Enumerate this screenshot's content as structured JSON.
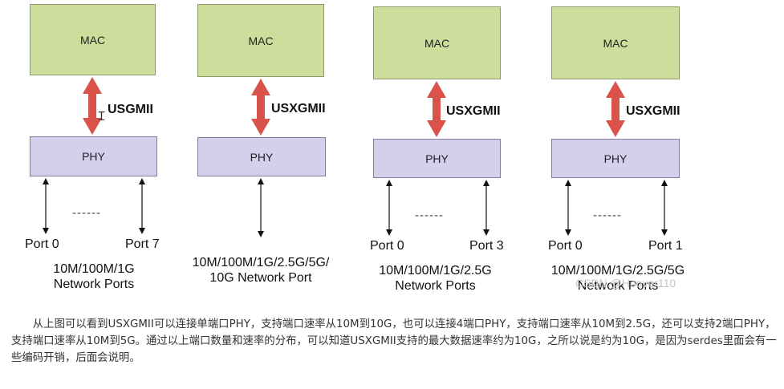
{
  "figure": {
    "mac_label": "MAC",
    "phy_label": "PHY",
    "configs": [
      {
        "bus": "USGMII",
        "port_left": "Port 0",
        "port_right": "Port 7",
        "caption_line1": "10M/100M/1G",
        "caption_line2": "Network Ports"
      },
      {
        "bus": "USXGMII",
        "caption_line1": "10M/100M/1G/2.5G/5G/",
        "caption_line2": "10G Network Port"
      },
      {
        "bus": "USXGMII",
        "port_left": "Port 0",
        "port_right": "Port 3",
        "caption_line1": "10M/100M/1G/2.5G",
        "caption_line2": "Network Ports"
      },
      {
        "bus": "USXGMII",
        "port_left": "Port 0",
        "port_right": "Port 1",
        "caption_line1": "10M/100M/1G/2.5G/5G",
        "caption_line2": "Network Ports"
      }
    ],
    "dashes": "------",
    "watermark": "CSDN @Hoover110"
  },
  "description": "从上图可以看到USXGMII可以连接单端口PHY，支持端口速率从10M到10G，也可以连接4端口PHY，支持端口速率从10M到2.5G，还可以支持2端口PHY，支持端口速率从10M到5G。通过以上端口数量和速率的分布，可以知道USXGMII支持的最大数据速率约为10G，之所以说是约为10G，是因为serdes里面会有一些编码开销，后面会说明。",
  "colors": {
    "mac_fill": "#ccdd9c",
    "phy_fill": "#d2d0eb",
    "bus_arrow": "#d9534a",
    "port_arrow": "#111111"
  }
}
